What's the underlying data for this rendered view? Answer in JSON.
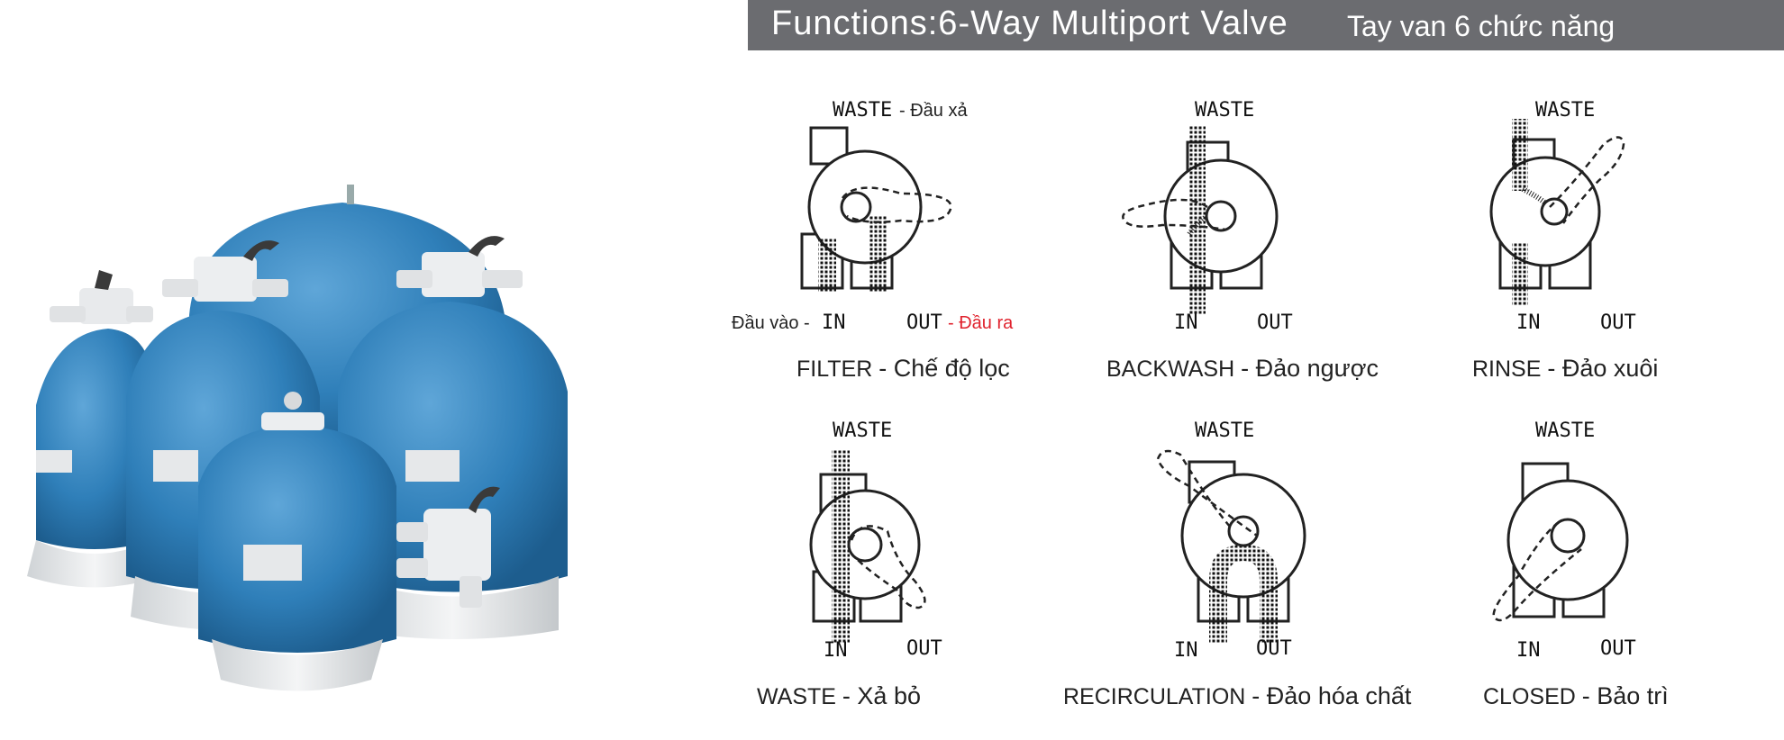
{
  "header": {
    "title_en": "Functions:6-Way Multiport Valve",
    "title_vi": "Tay van 6 chức năng"
  },
  "ports": {
    "waste": "WASTE",
    "in": "IN",
    "out": "OUT"
  },
  "filter": {
    "waste_note": "- Đầu xả",
    "in_note": "Đầu vào -",
    "out_note": "- Đầu ra",
    "caption_en": "FILTER",
    "caption_vi": "- Chế độ lọc"
  },
  "backwash": {
    "caption_en": "BACKWASH",
    "caption_vi": "- Đảo ngược"
  },
  "rinse": {
    "caption_en": "RINSE",
    "caption_vi": "- Đảo xuôi"
  },
  "waste_mode": {
    "caption_en": "WASTE",
    "caption_vi": "- Xả bỏ"
  },
  "recirculation": {
    "caption_en": "RECIRCULATION",
    "caption_vi": "- Đảo hóa chất"
  },
  "closed": {
    "caption_en": "CLOSED",
    "caption_vi": "- Bảo trì"
  },
  "colors": {
    "banner": "#6b6c70",
    "tank_blue": "#2f7fb9",
    "accent_red": "#e0232e"
  }
}
